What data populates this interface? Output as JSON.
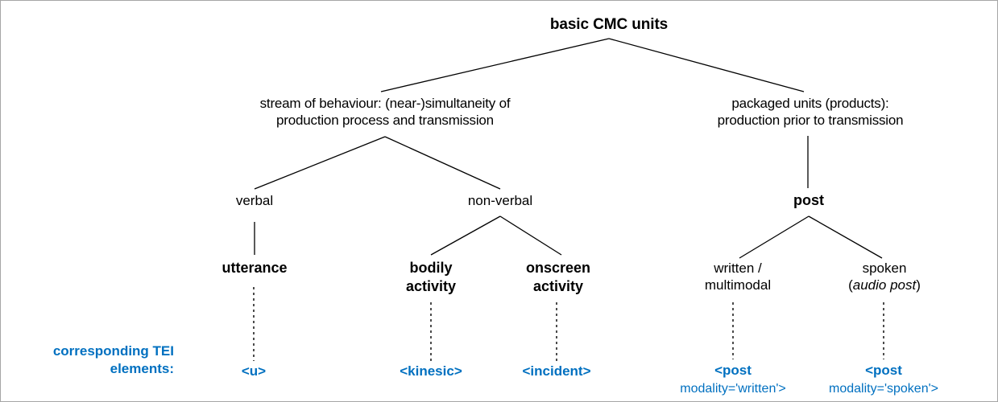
{
  "diagram": {
    "title": "basic CMC units",
    "accent_blue": "#0070c0",
    "line_color": "#000000",
    "background": "#ffffff",
    "border_color": "#a6a6a6",
    "root": {
      "label": "basic CMC units"
    },
    "level2": [
      {
        "label": "stream of behaviour: (near-)simultaneity of\nproduction process and transmission"
      },
      {
        "label": "packaged units (products):\nproduction prior to transmission"
      }
    ],
    "level3": [
      {
        "label": "verbal"
      },
      {
        "label": "non-verbal"
      },
      {
        "label": "post"
      }
    ],
    "leaves": [
      {
        "label": "utterance"
      },
      {
        "label": "bodily\nactivity"
      },
      {
        "label": "onscreen\nactivity"
      },
      {
        "label": "written /\nmultimodal"
      },
      {
        "label_pre": "spoken\n(",
        "label_italic": "audio post",
        "label_post": ")"
      }
    ],
    "tei_caption": "corresponding TEI\nelements:",
    "tei_elements": [
      {
        "tag": "<u>",
        "attr": ""
      },
      {
        "tag": "<kinesic>",
        "attr": ""
      },
      {
        "tag": "<incident>",
        "attr": ""
      },
      {
        "tag": "<post",
        "attr": "modality='written'>"
      },
      {
        "tag": "<post",
        "attr": "modality='spoken'>"
      }
    ]
  }
}
